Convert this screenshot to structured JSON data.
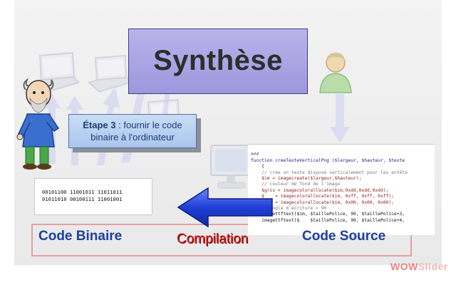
{
  "slide": {
    "title": "Synthèse",
    "step_bold": "Étape 3",
    "step_rest": " : fournir le code",
    "step_line2": "binaire à l'ordinateur",
    "binary_lines": [
      "00101100 11001011 11011011",
      "01011010 00100111 11001001"
    ],
    "label_binaire": "Code Binaire",
    "label_compilation": "Compilation",
    "label_source": "Code Source",
    "code_lines": [
      "###",
      "function creeTexteVerticalPng ($largeur, $hauteur, $texte",
      "    {",
      "    // crée un texte disposé verticalement pour les entête",
      "    $im = imagecreate($largeur,$hauteur);",
      "",
      "    // couleur de fond de l'image",
      "    $gris = imagecolorallocate($im,0xdd,0xdd,0xdd);",
      "    $    = imagecolorallocate($im, 0xff, 0xff, 0xff);",
      "    $    = imagecolorallocate($im, 0x00, 0x00, 0x00);",
      "",
      "    // angle d'écriture = 90",
      "    imagettftext($im, $taillePolice, 90, $taillePolice+3,",
      "    imagettftext($    $taillePolice, 90, $taillePolice+4,"
    ]
  },
  "watermark": {
    "part1": "WOW",
    "part2": "Slider"
  },
  "colors": {
    "title_box": "#a9a3e4",
    "step_box": "#b8d1f1",
    "label_blue": "#1d3f9a",
    "compilation_red": "#cc1111",
    "arrow_blue": "#1f3fd6"
  },
  "icons": [
    "laptop-icon",
    "monitor-icon",
    "user-icon",
    "programmer-character",
    "arrow-left-icon",
    "arrow-up-icon"
  ]
}
